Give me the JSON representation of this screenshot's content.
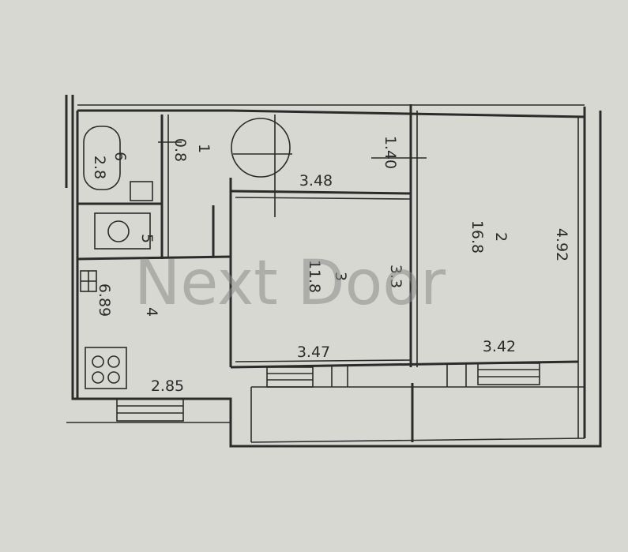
{
  "plan": {
    "rooms": [
      {
        "id": "bathroom",
        "number": "6",
        "area": "2.8"
      },
      {
        "id": "hallway",
        "number": "1",
        "area": "0.8"
      },
      {
        "id": "kitchen",
        "number": "4",
        "area": "6.89"
      },
      {
        "id": "room3",
        "number": "3",
        "area": "11.8"
      },
      {
        "id": "room2",
        "number": "2",
        "area": "16.8"
      },
      {
        "id": "toilet",
        "number": "5",
        "area": ""
      }
    ],
    "dimensions": {
      "hall_length": "3.48",
      "corridor": "1.40",
      "room3_width": "3.47",
      "room2_width": "3.42",
      "room2_length": "4.92",
      "kitchen_width": "2.85",
      "room3_length": "3.3"
    },
    "watermark": "Next Door"
  }
}
